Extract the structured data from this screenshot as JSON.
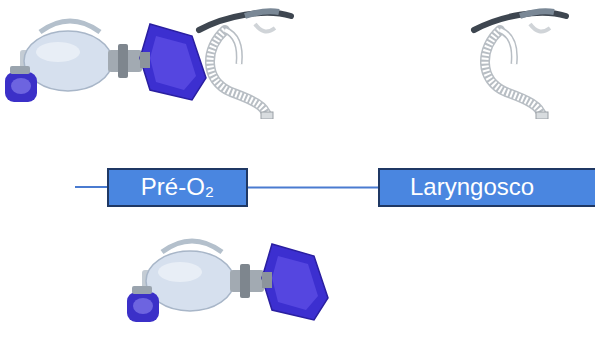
{
  "diagram": {
    "nodes": [
      {
        "text": [
          "Pré-O₂"
        ]
      },
      {
        "text": [
          "Laryngosco"
        ]
      }
    ],
    "edges": [
      {
        "from": 0,
        "to": 1,
        "arrow": "none"
      }
    ]
  }
}
